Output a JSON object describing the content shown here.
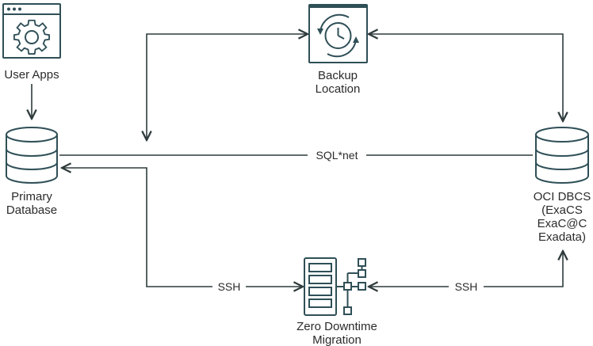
{
  "nodes": {
    "user_apps": {
      "label": "User Apps",
      "icon": "app-window-gear-icon"
    },
    "backup": {
      "label_lines": [
        "Backup",
        "Location"
      ],
      "icon": "backup-clock-icon"
    },
    "primary_db": {
      "label_lines": [
        "Primary",
        "Database"
      ],
      "icon": "database-icon"
    },
    "oci_dbcs": {
      "label_lines": [
        "OCI DBCS",
        "(ExaCS",
        "ExaC@C",
        "Exadata)"
      ],
      "icon": "database-icon"
    },
    "zdm": {
      "label_lines": [
        "Zero Downtime",
        "Migration"
      ],
      "icon": "server-flow-icon"
    }
  },
  "edges": {
    "sqlnet": "SQL*net",
    "ssh_left": "SSH",
    "ssh_right": "SSH"
  },
  "colors": {
    "icon": "#2f4f57",
    "line": "#2f3b3d",
    "text": "#2b2b2b"
  }
}
